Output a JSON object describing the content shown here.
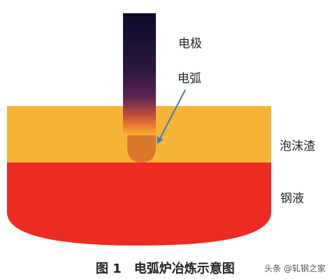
{
  "labels": {
    "electrode": "电极",
    "arc": "电弧",
    "foam_slag": "泡沫渣",
    "molten_steel": "钢液"
  },
  "caption": "图 1　电弧炉冶炼示意图",
  "watermark": "头条 @轧钢之家",
  "colors": {
    "foam_slag": "#F5B435",
    "molten_steel": "#EE2B23",
    "arc": "#D9772D",
    "arrow": "#3A7EBD",
    "electrode_top": "#0E0B2A",
    "electrode_bottom": "#F2A13A"
  }
}
